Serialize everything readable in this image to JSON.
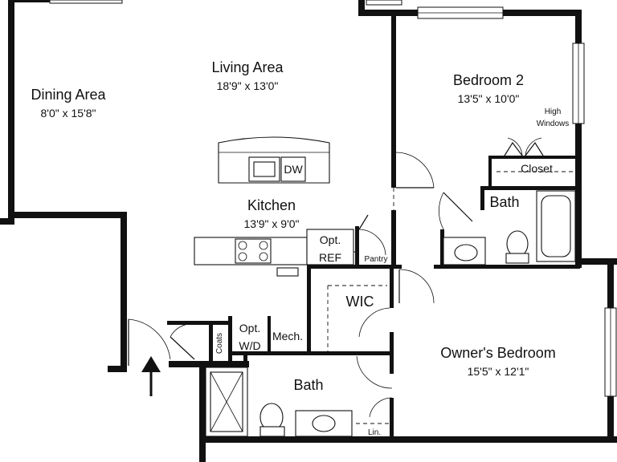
{
  "rooms": {
    "dining": {
      "name": "Dining Area",
      "dims": "8'0\" x 15'8\""
    },
    "living": {
      "name": "Living Area",
      "dims": "18'9\" x 13'0\""
    },
    "bedroom2": {
      "name": "Bedroom 2",
      "dims": "13'5\" x 10'0\""
    },
    "kitchen": {
      "name": "Kitchen",
      "dims": "13'9\" x 9'0\""
    },
    "owners": {
      "name": "Owner's Bedroom",
      "dims": "15'5\" x 12'1\""
    }
  },
  "labels": {
    "high_windows_1": "High",
    "high_windows_2": "Windows",
    "closet": "Closet",
    "bath_upper": "Bath",
    "bath_lower": "Bath",
    "wic": "WIC",
    "pantry": "Pantry",
    "opt_ref_1": "Opt.",
    "opt_ref_2": "REF",
    "opt_wd_1": "Opt.",
    "opt_wd_2": "W/D",
    "mech": "Mech.",
    "coats": "Coats",
    "linen": "Lin.",
    "dw": "DW"
  }
}
